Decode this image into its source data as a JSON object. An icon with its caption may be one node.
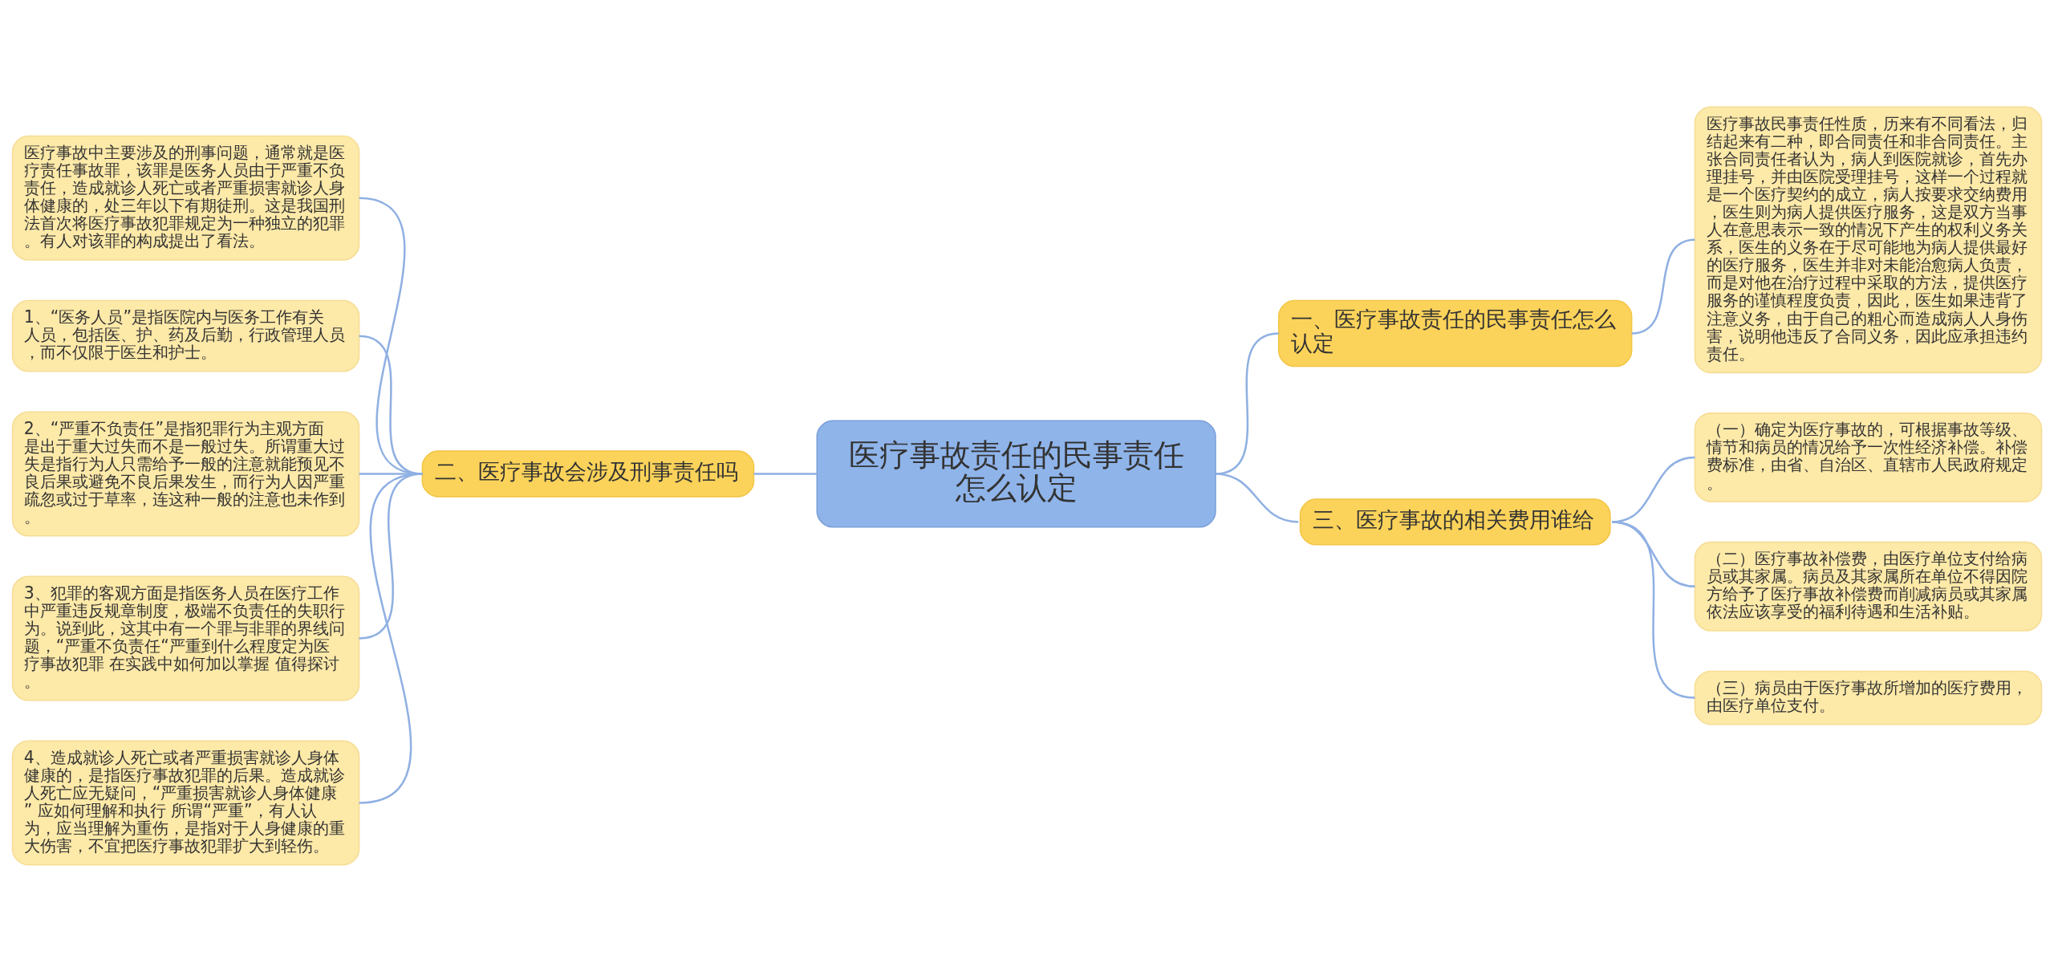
{
  "diagram": {
    "nodes": [
      {
        "text": [
          "医疗事故责任的民事责任怎么认定"
        ]
      },
      {
        "text": [
          "一、医疗事故责任的民事责任怎么认定"
        ]
      },
      {
        "text": [
          "医疗事故民事责任性质，历来有不同看法，归结起来有二种，即合同责任和非合同责任。主张合同责任者认为，病人到医院就诊，首先办理挂号，并由医院受理挂号，这样一个过程就是一个医疗契约的成立，病人按要求交纳费用，医生则为病人提供医疗服务，这是双方当事人在意思表示一致的情况下产生的权利义务关系，医生的义务在于尽可能地为病人提供最好的医疗服务，医生并非对未能治愈病人负责，而是对他在治疗过程中采取的方法，提供医疗服务的谨慎程度负责，因此，医生如果违背了注意义务，由于自己的粗心而造成病人人身伤害，说明他违反了合同义务，因此应承担违约责任。"
        ]
      },
      {
        "text": [
          "二、医疗事故会涉及刑事责任吗"
        ]
      },
      {
        "text": [
          "医疗事故中主要涉及的刑事问题，通常就是医疗责任事故罪，该罪是医务人员由于严重不负责任，造成就诊人死亡或者严重损害就诊人身体健康的，处三年以下有期徒刑。这是我国刑法首次将医疗事故犯罪规定为一种独立的犯罪。有人对该罪的构成提出了看法。"
        ]
      },
      {
        "text": [
          "1、“医务人员”是指医院内与医务工作有关人员，包括医、护、药及后勤，行政管理人员，而不仅限于医生和护士。"
        ]
      },
      {
        "text": [
          "2、“严重不负责任”是指犯罪行为主观方面是出于重大过失而不是一般过失。所谓重大过失是指行为人只需给予一般的注意就能预见不良后果或避免不良后果发生，而行为人因严重疏忽或过于草率，连这种一般的注意也未作到。"
        ]
      },
      {
        "text": [
          "3、犯罪的客观方面是指医务人员在医疗工作中严重违反规章制度，极端不负责任的失职行为。说到此，这其中有一个罪与非罪的界线问题，“严重不负责任“严重到什么程度定为医疗事故犯罪 在实践中如何加以掌握 值得探讨。"
        ]
      },
      {
        "text": [
          "4、造成就诊人死亡或者严重损害就诊人身体健康的，是指医疗事故犯罪的后果。造成就诊人死亡应无疑问，“严重损害就诊人身体健康” 应如何理解和执行 所谓“严重”，有人认为，应当理解为重伤，是指对于人身健康的重大伤害，不宜把医疗事故犯罪扩大到轻伤。"
        ]
      },
      {
        "text": [
          "三、医疗事故的相关费用谁给"
        ]
      },
      {
        "text": [
          "（一）确定为医疗事故的，可根据事故等级、情节和病员的情况给予一次性经济补偿。补偿费标准，由省、自治区、直辖市人民政府规定。"
        ]
      },
      {
        "text": [
          "（二）医疗事故补偿费，由医疗单位支付给病员或其家属。病员及其家属所在单位不得因院方给予了医疗事故补偿费而削减病员或其家属依法应该享受的福利待遇和生活补贴。"
        ]
      },
      {
        "text": [
          "（三）病员由于医疗事故所增加的医疗费用，由医疗单位支付。"
        ]
      }
    ],
    "edges": [
      {
        "from": 0,
        "to": 1,
        "arrow": "none"
      },
      {
        "from": 1,
        "to": 2,
        "arrow": "none"
      },
      {
        "from": 0,
        "to": 3,
        "arrow": "none"
      },
      {
        "from": 3,
        "to": 4,
        "arrow": "none"
      },
      {
        "from": 3,
        "to": 5,
        "arrow": "none"
      },
      {
        "from": 3,
        "to": 6,
        "arrow": "none"
      },
      {
        "from": 3,
        "to": 7,
        "arrow": "none"
      },
      {
        "from": 3,
        "to": 8,
        "arrow": "none"
      },
      {
        "from": 0,
        "to": 9,
        "arrow": "none"
      },
      {
        "from": 9,
        "to": 10,
        "arrow": "none"
      },
      {
        "from": 9,
        "to": 11,
        "arrow": "none"
      },
      {
        "from": 9,
        "to": 12,
        "arrow": "none"
      }
    ]
  }
}
